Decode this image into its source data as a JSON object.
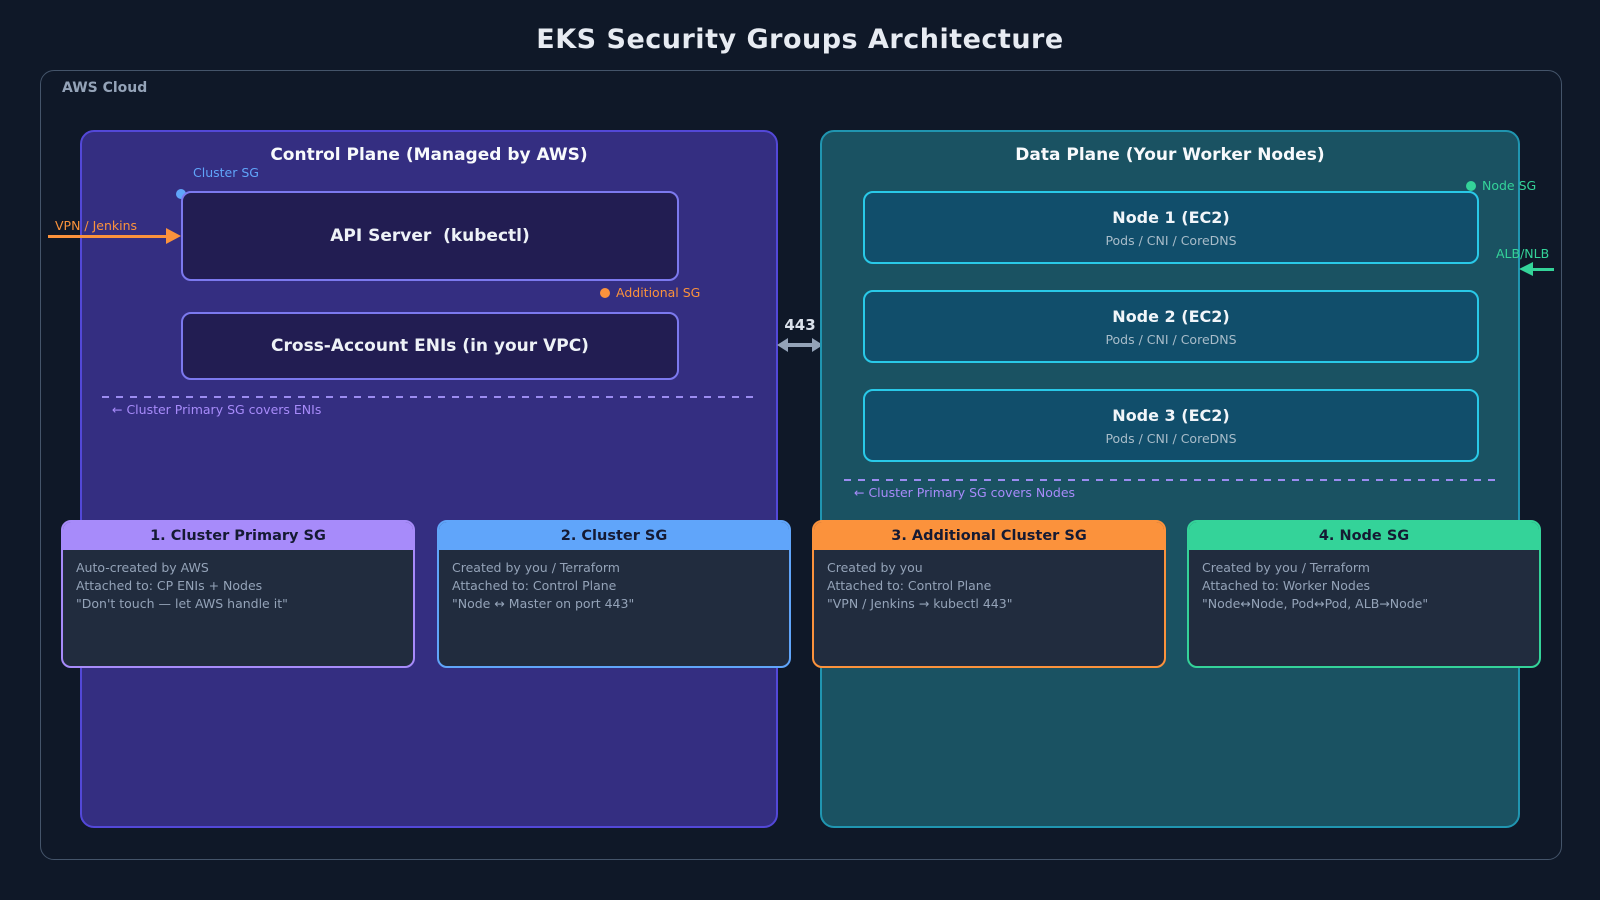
{
  "title": "EKS Security Groups Architecture",
  "aws_cloud": {
    "label": "AWS Cloud"
  },
  "control_plane": {
    "title": "Control Plane (Managed by AWS)",
    "cluster_sg_label": "Cluster SG",
    "api_server_label": "API Server  (kubectl)",
    "additional_sg_label": "Additional SG",
    "eni_label": "Cross-Account ENIs (in your VPC)",
    "coverage_note": "← Cluster Primary SG covers ENIs",
    "vpn_label": "VPN / Jenkins"
  },
  "port_label": "443",
  "data_plane": {
    "title": "Data Plane (Your Worker Nodes)",
    "node_sg_label": "Node SG",
    "alb_label": "ALB/NLB",
    "coverage_note": "← Cluster Primary SG covers Nodes",
    "nodes": [
      {
        "title": "Node 1 (EC2)",
        "subtitle": "Pods / CNI / CoreDNS"
      },
      {
        "title": "Node 2 (EC2)",
        "subtitle": "Pods / CNI / CoreDNS"
      },
      {
        "title": "Node 3 (EC2)",
        "subtitle": "Pods / CNI / CoreDNS"
      }
    ]
  },
  "legend_cards": [
    {
      "title": "1. Cluster Primary SG",
      "color": "#a78bfa",
      "lines": [
        "Auto-created by AWS",
        "Attached to: CP ENIs + Nodes",
        "\"Don't touch — let AWS handle it\""
      ]
    },
    {
      "title": "2. Cluster SG",
      "color": "#60a5fa",
      "lines": [
        "Created by you / Terraform",
        "Attached to: Control Plane",
        "\"Node ↔ Master on port 443\""
      ]
    },
    {
      "title": "3. Additional Cluster SG",
      "color": "#fb923c",
      "lines": [
        "Created by you",
        "Attached to: Control Plane",
        "\"VPN / Jenkins → kubectl 443\""
      ]
    },
    {
      "title": "4. Node SG",
      "color": "#34d399",
      "lines": [
        "Created by you / Terraform",
        "Attached to: Worker Nodes",
        "\"Node↔Node, Pod↔Pod, ALB→Node\""
      ]
    }
  ],
  "colors": {
    "background": "#0f1828",
    "aws_border": "#44546a",
    "control_plane_fill": "#342e81",
    "control_plane_border": "#5348d8",
    "inner_cp_box_fill": "#221d52",
    "inner_cp_box_border": "#7c79ef",
    "data_plane_fill": "#1a5262",
    "data_plane_border": "#2095b0",
    "node_fill": "#114e6b",
    "node_border": "#29c9e8",
    "cluster_sg_accent": "#60a5fa",
    "additional_sg_accent": "#fb923c",
    "node_sg_accent": "#34d399",
    "primary_sg_accent": "#a78bfa",
    "port_arrow": "#94a3b8"
  }
}
